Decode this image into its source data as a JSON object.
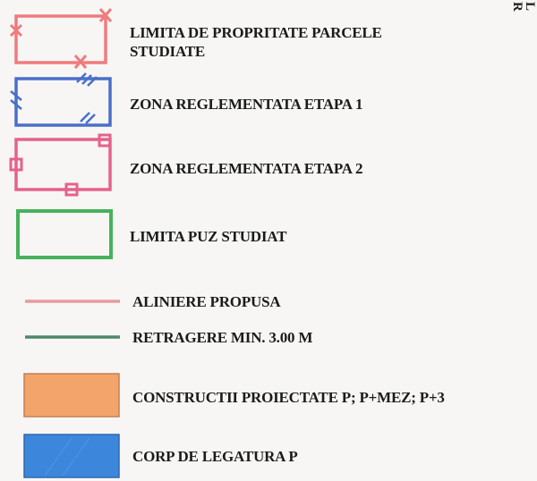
{
  "legend": {
    "items": [
      {
        "id": "limita-proprietate",
        "label": "LIMITA DE PROPRITATE PARCELE STUDIATE",
        "line1": "LIMITA DE PROPRITATE PARCELE",
        "line2": "STUDIATE",
        "color": "#ef7b7e"
      },
      {
        "id": "zona-etapa1",
        "label": "ZONA REGLEMENTATA ETAPA 1",
        "color": "#4a6fc9"
      },
      {
        "id": "zona-etapa2",
        "label": "ZONA REGLEMENTATA ETAPA 2",
        "color": "#e5628c"
      },
      {
        "id": "limita-puz",
        "label": "LIMITA PUZ STUDIAT",
        "color": "#46b25b"
      },
      {
        "id": "aliniere",
        "label": "ALINIERE PROPUSA",
        "color": "#e89a9e"
      },
      {
        "id": "retragere",
        "label": "RETRAGERE MIN. 3.00 M",
        "color": "#4b8a6a"
      },
      {
        "id": "constructii",
        "label": "CONSTRUCTII PROIECTATE P; P+MEZ; P+3",
        "color": "#f3a46a"
      },
      {
        "id": "corp-legatura",
        "label": "CORP DE LEGATURA P",
        "color": "#3c86dc"
      }
    ]
  },
  "corner_text": {
    "c1": "R",
    "c2": "L"
  }
}
